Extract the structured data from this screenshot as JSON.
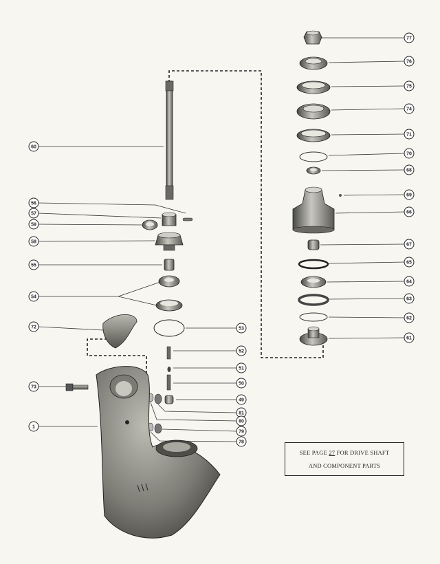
{
  "callouts": [
    {
      "id": "c77",
      "label": "77"
    },
    {
      "id": "c76",
      "label": "76"
    },
    {
      "id": "c75",
      "label": "75"
    },
    {
      "id": "c74",
      "label": "74"
    },
    {
      "id": "c71",
      "label": "71"
    },
    {
      "id": "c70",
      "label": "70"
    },
    {
      "id": "c68",
      "label": "68"
    },
    {
      "id": "c69",
      "label": "69"
    },
    {
      "id": "c66",
      "label": "66"
    },
    {
      "id": "c67",
      "label": "67"
    },
    {
      "id": "c65",
      "label": "65"
    },
    {
      "id": "c64",
      "label": "64"
    },
    {
      "id": "c63",
      "label": "63"
    },
    {
      "id": "c62",
      "label": "62"
    },
    {
      "id": "c61",
      "label": "61"
    },
    {
      "id": "c60",
      "label": "60"
    },
    {
      "id": "c56",
      "label": "56"
    },
    {
      "id": "c57",
      "label": "57"
    },
    {
      "id": "c59",
      "label": "59"
    },
    {
      "id": "c58",
      "label": "58"
    },
    {
      "id": "c55",
      "label": "55"
    },
    {
      "id": "c54",
      "label": "54"
    },
    {
      "id": "c72",
      "label": "72"
    },
    {
      "id": "c53",
      "label": "53"
    },
    {
      "id": "c52",
      "label": "52"
    },
    {
      "id": "c51",
      "label": "51"
    },
    {
      "id": "c50",
      "label": "50"
    },
    {
      "id": "c73",
      "label": "73"
    },
    {
      "id": "c49",
      "label": "49"
    },
    {
      "id": "c81",
      "label": "81"
    },
    {
      "id": "c80",
      "label": "80"
    },
    {
      "id": "c1",
      "label": "1"
    },
    {
      "id": "c79",
      "label": "79"
    },
    {
      "id": "c78",
      "label": "78"
    }
  ],
  "note": {
    "line1_prefix": "SEE PAGE",
    "page_number": "27",
    "line1_suffix": "FOR DRIVE SHAFT",
    "line2": "AND COMPONENT PARTS"
  },
  "colors": {
    "ink": "#222222",
    "part_dark": "#4a4a46",
    "part_mid": "#8a8a84",
    "part_light": "#c9c8c0",
    "paper": "#f7f6f1"
  }
}
